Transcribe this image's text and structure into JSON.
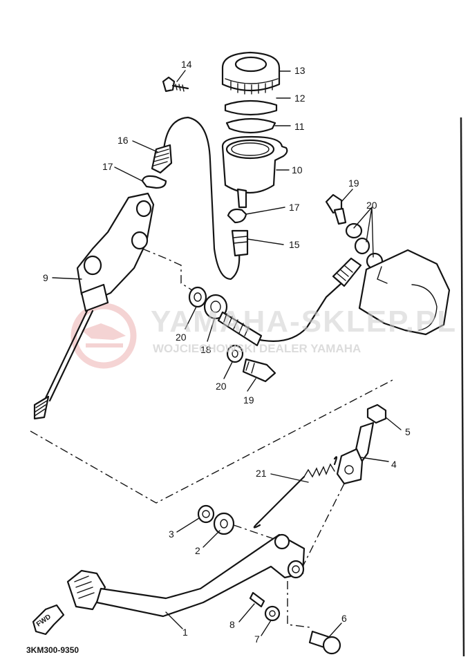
{
  "callouts": [
    {
      "id": "c1",
      "text": "1"
    },
    {
      "id": "c2",
      "text": "2"
    },
    {
      "id": "c3",
      "text": "3"
    },
    {
      "id": "c4",
      "text": "4"
    },
    {
      "id": "c5",
      "text": "5"
    },
    {
      "id": "c6",
      "text": "6"
    },
    {
      "id": "c7",
      "text": "7"
    },
    {
      "id": "c8",
      "text": "8"
    },
    {
      "id": "c9",
      "text": "9"
    },
    {
      "id": "c10",
      "text": "10"
    },
    {
      "id": "c11",
      "text": "11"
    },
    {
      "id": "c12",
      "text": "12"
    },
    {
      "id": "c13",
      "text": "13"
    },
    {
      "id": "c14",
      "text": "14"
    },
    {
      "id": "c15",
      "text": "15"
    },
    {
      "id": "c16",
      "text": "16"
    },
    {
      "id": "c17a",
      "text": "17"
    },
    {
      "id": "c17b",
      "text": "17"
    },
    {
      "id": "c18",
      "text": "18"
    },
    {
      "id": "c19a",
      "text": "19"
    },
    {
      "id": "c19b",
      "text": "19"
    },
    {
      "id": "c20a",
      "text": "20"
    },
    {
      "id": "c20b",
      "text": "20"
    },
    {
      "id": "c20c",
      "text": "20"
    },
    {
      "id": "c21",
      "text": "21"
    }
  ],
  "watermark": {
    "name": "YAMAHA-SKLEP.PL",
    "subtitle": "WOJCIECHOWSKI DEALER YAMAHA"
  },
  "direction_label": "FWD",
  "diagram_code": "3KM300-9350",
  "colors": {
    "ink": "#141414",
    "watermark_logo": "#e8a0a0",
    "watermark_text": "#cdcdcd"
  }
}
